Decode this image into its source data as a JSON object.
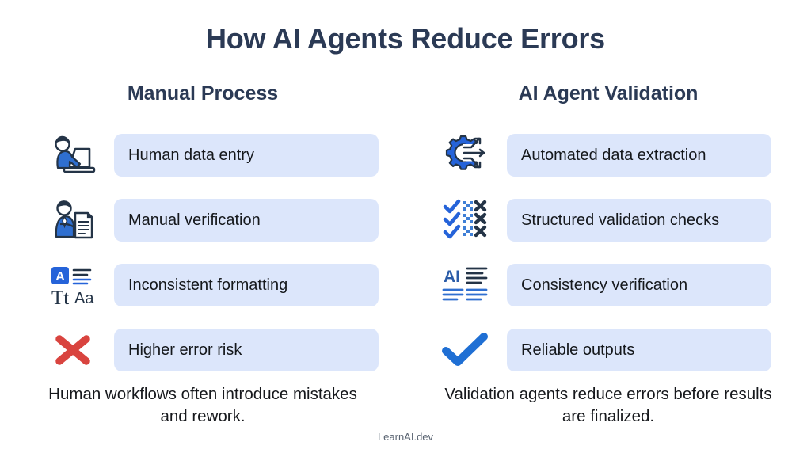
{
  "title": "How AI Agents Reduce Errors",
  "colors": {
    "title_navy": "#2b3a55",
    "pill_bg": "#dce6fb",
    "accent_blue": "#2563d9",
    "dark_navy": "#243447",
    "error_red": "#d9443f",
    "footer_gray": "#5a6472"
  },
  "columns": [
    {
      "heading": "Manual Process",
      "items": [
        {
          "icon": "person-laptop-icon",
          "label": "Human data entry"
        },
        {
          "icon": "person-document-review-icon",
          "label": "Manual verification"
        },
        {
          "icon": "typography-formatting-icon",
          "label": "Inconsistent formatting"
        },
        {
          "icon": "red-cross-icon",
          "label": "Higher error risk"
        }
      ],
      "caption": "Human workflows often introduce mistakes and rework."
    },
    {
      "heading": "AI Agent Validation",
      "items": [
        {
          "icon": "gear-arrows-automation-icon",
          "label": "Automated data extraction"
        },
        {
          "icon": "checklist-validation-icon",
          "label": "Structured validation checks"
        },
        {
          "icon": "ai-document-lines-icon",
          "label": "Consistency verification"
        },
        {
          "icon": "blue-checkmark-icon",
          "label": "Reliable outputs"
        }
      ],
      "caption": "Validation agents reduce errors before results are finalized."
    }
  ],
  "footer": "LearnAI.dev"
}
